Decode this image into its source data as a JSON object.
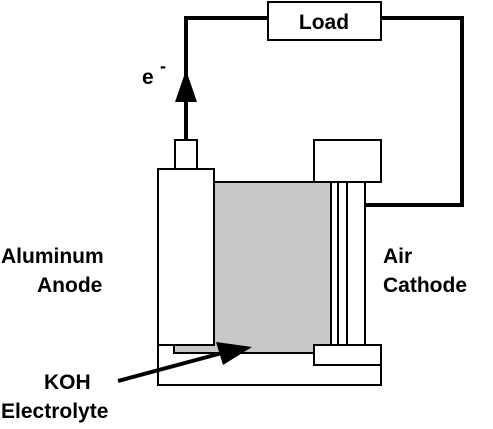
{
  "load_label": "Load",
  "electron_label": "e",
  "electron_charge": "-",
  "anode_label": [
    "Aluminum",
    "Anode"
  ],
  "cathode_label": [
    "Air",
    "Cathode"
  ],
  "electrolyte_label": [
    "KOH",
    "Electrolyte"
  ],
  "colors": {
    "electrolyte_fill": "#c8c8c8",
    "stroke": "#000000",
    "background": "#ffffff"
  }
}
